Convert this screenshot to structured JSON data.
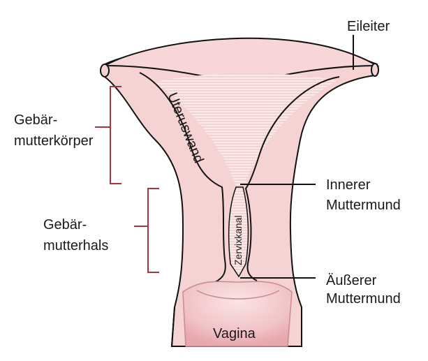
{
  "labels": {
    "fallopian_tube": "Eileiter",
    "uterus_body_line1": "Gebär-",
    "uterus_body_line2": "mutterkörper",
    "cervix_line1": "Gebär-",
    "cervix_line2": "mutterhals",
    "uterine_wall": "Uteruswand",
    "internal_os_line1": "Innerer",
    "internal_os_line2": "Muttermund",
    "cervical_canal": "Zervixkanal",
    "external_os_line1": "Äußerer",
    "external_os_line2": "Muttermund",
    "vagina": "Vagina"
  },
  "colors": {
    "tissue": "#f5d3d3",
    "tissue_light": "#fbe6e6",
    "tissue_dark": "#e9a9ad",
    "outline": "#111111",
    "bracket": "#a6343b",
    "leader": "#111111",
    "background": "#ffffff"
  }
}
